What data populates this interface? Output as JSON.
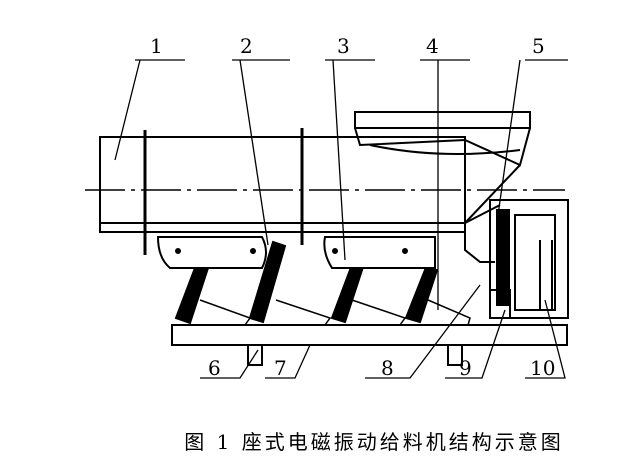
{
  "labels": {
    "top": [
      "1",
      "2",
      "3",
      "4",
      "5"
    ],
    "bottom": [
      "6",
      "7",
      "8",
      "9",
      "10"
    ]
  },
  "caption": "图 1 座式电磁振动给料机结构示意图"
}
